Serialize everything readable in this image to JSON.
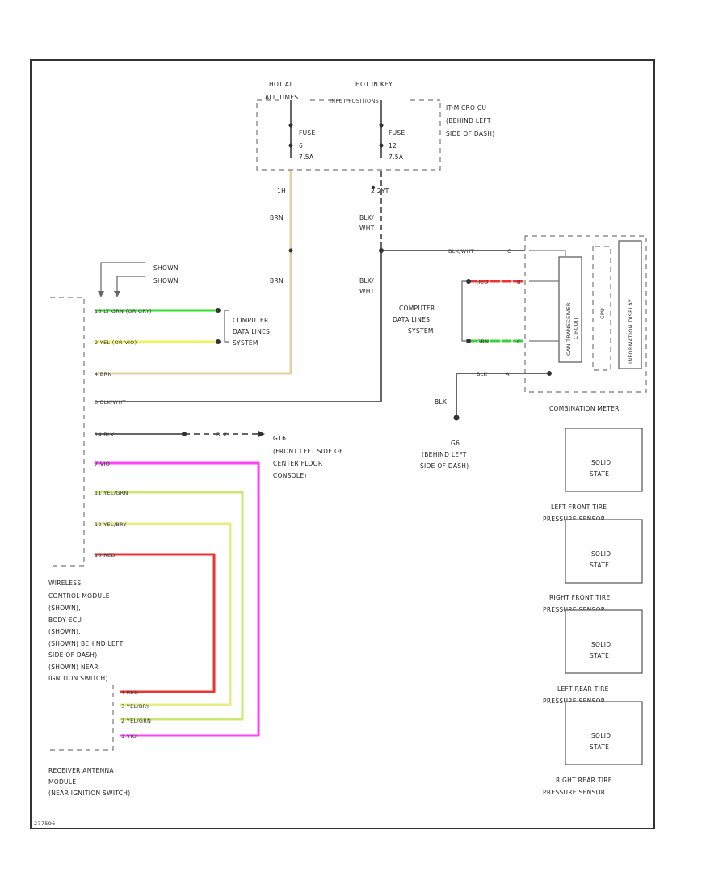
{
  "fuse_boxes": {
    "left_title_1": "HOT AT",
    "left_title_2": "ALL TIMES",
    "right_title_1": "HOT IN KEY",
    "right_title_2": "INPUT POSITIONS",
    "location_1": "IT-MICRO CU",
    "location_2": "(BEHIND LEFT",
    "location_3": "SIDE OF DASH)",
    "fuse_left_name": "FUSE",
    "fuse_left_num": "6",
    "fuse_left_amp": "7.5A",
    "fuse_right_name": "FUSE",
    "fuse_right_num": "12",
    "fuse_right_amp": "7.5A",
    "pin_left": "1H",
    "pin_right": "2 2YT"
  },
  "wires": {
    "brn_upper": "BRN",
    "brn_lower": "BRN",
    "blk_wht_upper_1": "BLK/",
    "blk_wht_upper_2": "WHT",
    "blk_wht_lower_1": "BLK/",
    "blk_wht_lower_2": "WHT",
    "meter_feed": "BLK/WHT",
    "meter_pin_feed": "C",
    "meter_red": "RED",
    "meter_pin_red": "B",
    "meter_grn": "GRN",
    "meter_pin_grn": "C",
    "meter_gnd": "BLK",
    "meter_pin_gnd": "A",
    "blk_ground": "BLK"
  },
  "connector": {
    "label_1": "SHOWN",
    "label_2": "SHOWN"
  },
  "computer_data_1": {
    "line1": "COMPUTER",
    "line2": "DATA LINES",
    "line3": "SYSTEM"
  },
  "computer_data_2": {
    "line1": "COMPUTER",
    "line2": "DATA LINES",
    "line3": "SYSTEM"
  },
  "module_pins": [
    "16  LT GRN (OR GRY)",
    "2  YEL (OR VIO)",
    "4  BRN",
    "8  BLK/WHT",
    "14  BLK",
    "7  VIO",
    "11  YEL/GRN",
    "12  YEL/BRY",
    "10  RED"
  ],
  "ground_g16": {
    "wire": "BLK",
    "name": "G16",
    "line1": "(FRONT LEFT SIDE OF",
    "line2": "CENTER FLOOR",
    "line3": "CONSOLE)"
  },
  "ground_g6": {
    "name": "G6",
    "line1": "(BEHIND LEFT",
    "line2": "SIDE OF DASH)"
  },
  "wireless_module": [
    "WIRELESS",
    "CONTROL MODULE",
    "(SHOWN),",
    "BODY ECU",
    "(SHOWN),",
    "(SHOWN) BEHIND LEFT",
    "SIDE OF DASH)",
    "(SHOWN) NEAR",
    "IGNITION SWITCH)"
  ],
  "receiver_pins": [
    "4  RED",
    "3  YEL/BRY",
    "2  YEL/GRN",
    "1  VIO"
  ],
  "receiver_module": [
    "RECEIVER ANTENNA",
    "MODULE",
    "(NEAR IGNITION SWITCH)"
  ],
  "meter": {
    "inner_1a": "CAN TRANSCEIVER",
    "inner_1b": "CIRCUIT",
    "inner_2": "CPU",
    "inner_3": "INFORMATION DISPLAY",
    "label": "COMBINATION METER"
  },
  "sensors": [
    {
      "box_1": "SOLID",
      "box_2": "STATE",
      "label_1": "LEFT FRONT TIRE",
      "label_2": "PRESSURE SENSOR"
    },
    {
      "box_1": "SOLID",
      "box_2": "STATE",
      "label_1": "RIGHT FRONT TIRE",
      "label_2": "PRESSURE SENSOR"
    },
    {
      "box_1": "SOLID",
      "box_2": "STATE",
      "label_1": "LEFT REAR TIRE",
      "label_2": "PRESSURE SENSOR"
    },
    {
      "box_1": "SOLID",
      "box_2": "STATE",
      "label_1": "RIGHT REAR TIRE",
      "label_2": "PRESSURE SENSOR"
    }
  ],
  "footer_code": "277596",
  "colors": {
    "brn": "#e6cf9a",
    "lt_grn": "#33dd33",
    "yel": "#f2f25a",
    "vio": "#ff44ff",
    "red": "#ee3333",
    "yel_grn": "#c8e870",
    "yel_bry": "#e8ec80",
    "grn": "#3fcf3f"
  }
}
